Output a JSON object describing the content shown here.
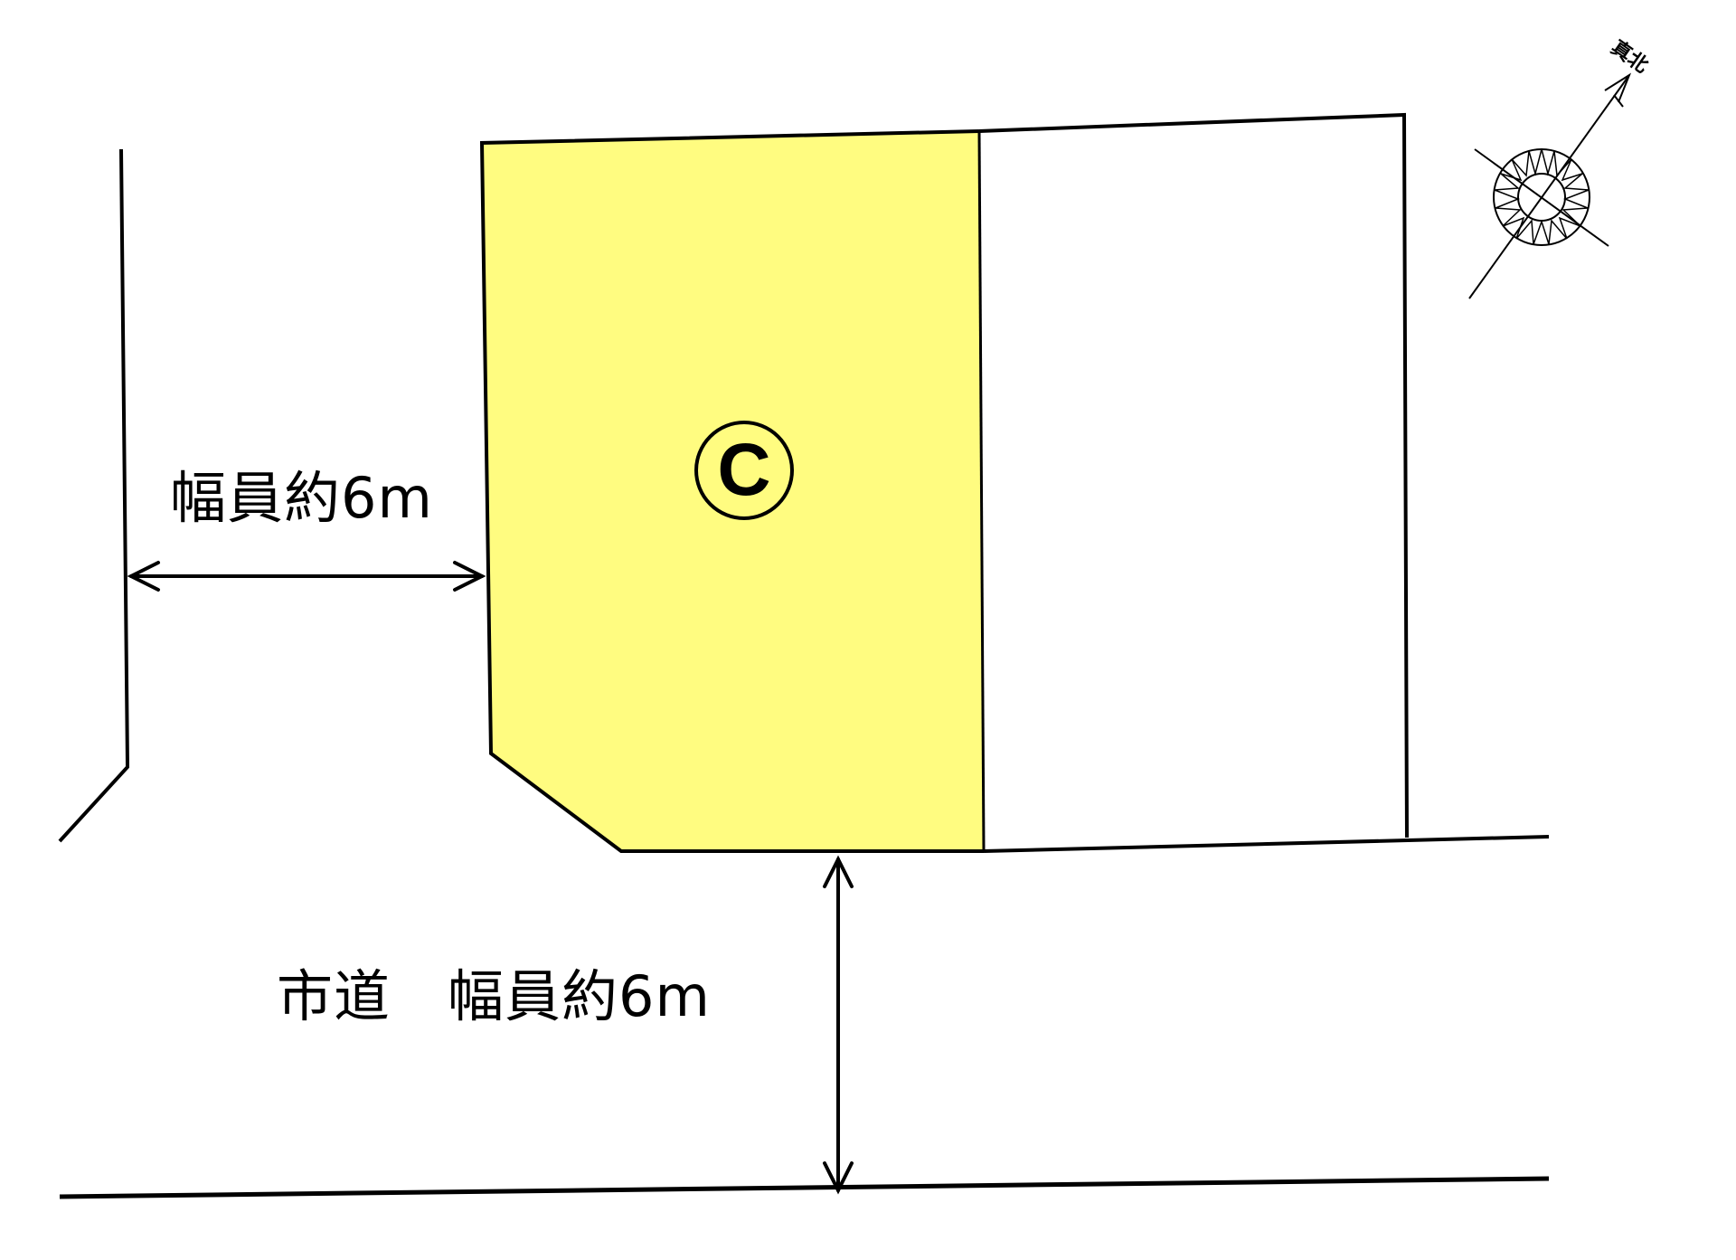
{
  "diagram": {
    "type": "land-plot-map",
    "colors": {
      "subject_lot_fill": "#FFFC80",
      "line": "#000000",
      "background": "#FFFFFF"
    },
    "subject_lot": {
      "marker": "C"
    },
    "side_road": {
      "label": "幅員約6m",
      "width_text": "約6m"
    },
    "front_road": {
      "label": "市道　幅員約6m",
      "type": "市道",
      "width_text": "約6m"
    },
    "compass": {
      "label": "真北"
    }
  }
}
